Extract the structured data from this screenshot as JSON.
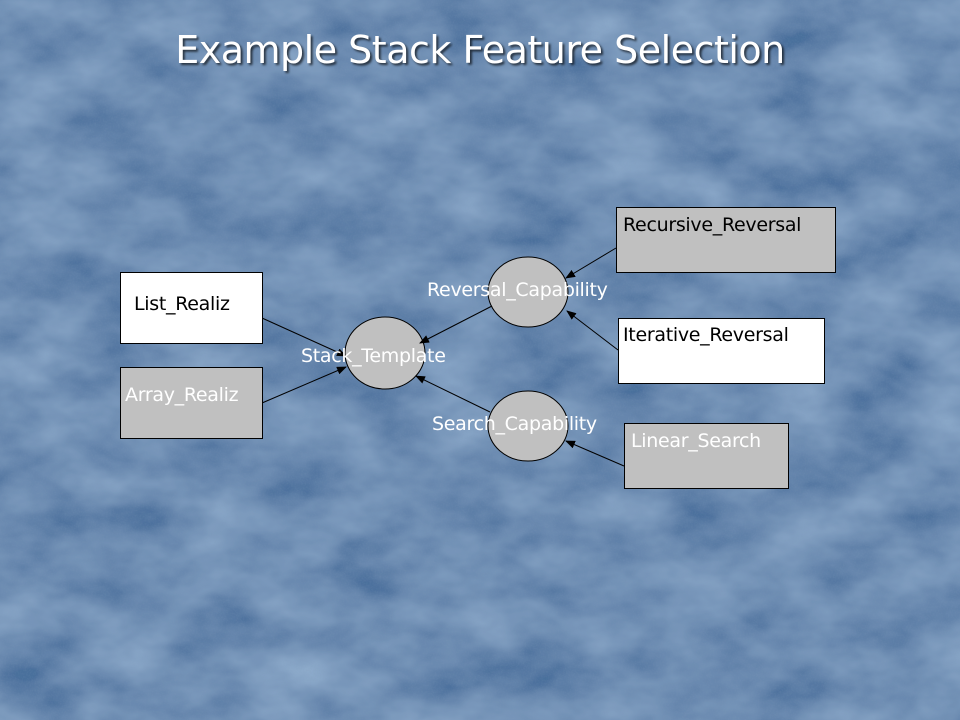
{
  "title": "Example Stack Feature Selection",
  "colors": {
    "background": "#4f75a3",
    "box_white": "#ffffff",
    "box_gray": "#c0c0c0",
    "ellipse_fill": "#c0c0c0",
    "line": "#000000",
    "label": "#ffffff"
  },
  "nodes": {
    "list_realiz": "List_Realiz",
    "array_realiz": "Array_Realiz",
    "stack_template": "Stack_Template",
    "reversal_capability": "Reversal_Capability",
    "search_capability": "Search_Capability",
    "recursive_reversal": "Recursive_Reversal",
    "iterative_reversal": "Iterative_Reversal",
    "linear_search": "Linear_Search"
  }
}
